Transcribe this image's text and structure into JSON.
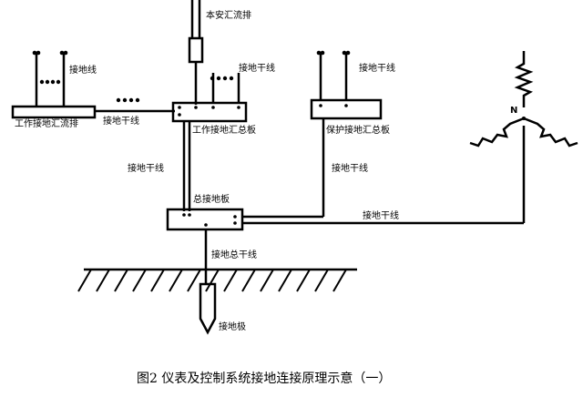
{
  "labels": {
    "benan_bus": "本安汇流排",
    "work_bus": "工作接地汇流排",
    "work_panel": "工作接地汇总板",
    "protect_panel": "保护接地汇总板",
    "main_panel": "总接地板",
    "trunk_1": "接地干线",
    "trunk_2": "接地干线",
    "trunk_3": "接地干线",
    "trunk_4": "接地干线",
    "trunk_5": "接地干线",
    "trunk_6": "接地干线",
    "ground_wire": "接地线",
    "main_trunk": "接地总干线",
    "electrode": "接地极",
    "neutral": "N"
  },
  "caption": "图2  仪表及控制系统接地连接原理示意（一）"
}
